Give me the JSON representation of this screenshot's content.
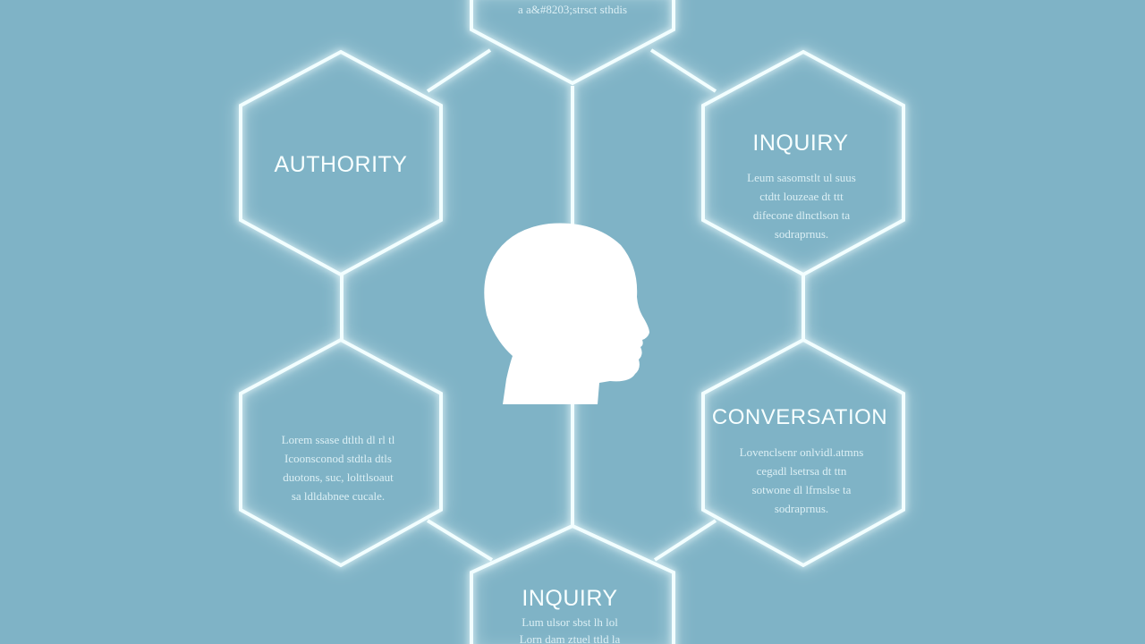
{
  "colors": {
    "background": "#7fb3c6",
    "outline_glow": "#f2feff",
    "head_silhouette": "#ffffff"
  },
  "center_icon": "human-head-profile-icon",
  "hexagons": [
    {
      "id": "top",
      "title": "",
      "lines": [
        "a a&#8203;strsct sthdis"
      ]
    },
    {
      "id": "left-upper",
      "title": "AUTHORITY",
      "lines": []
    },
    {
      "id": "right-upper",
      "title": "INQUIRY",
      "lines": [
        "Leum sasomstlt ul suus",
        "ctdtt louzeae dt ttt",
        "difecone dlnctlson ta",
        "sodraprnus."
      ]
    },
    {
      "id": "left-lower",
      "title": "",
      "lines": [
        "Lorem ssase dtlth dl rl tl",
        "Icoonsconod stdtla dtls",
        "duotons, suc, lolttlsoaut",
        "sa ldldabnee cucale."
      ]
    },
    {
      "id": "right-lower",
      "title": "CONVERSATION",
      "lines": [
        "Lovenclsenr onlvidl.atmns",
        "cegadl lsetrsa dt ttn",
        "sotwone dl lfrnslse ta",
        "sodraprnus."
      ]
    },
    {
      "id": "bottom",
      "title": "INQUIRY",
      "lines": [
        "Lum ulsor sbst lh lol",
        "Lorn dam ztuel ttld la"
      ]
    }
  ]
}
